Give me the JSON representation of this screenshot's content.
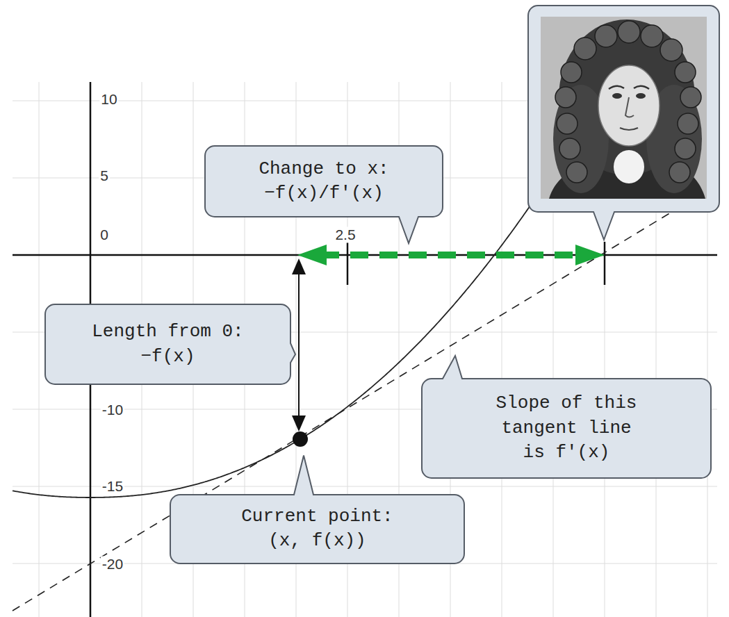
{
  "diagram": {
    "nodes": [
      {
        "text": [
          "Change to x: −f(x)/f'(x)"
        ]
      },
      {
        "text": [
          "Length from 0: −f(x)"
        ]
      },
      {
        "text": [
          "Slope of this tangent line is f'(x)"
        ]
      },
      {
        "text": [
          "Current point: (x, f(x))"
        ]
      }
    ],
    "labels": [
      "10",
      "5",
      "0",
      "2.5",
      "-10",
      "-15",
      "-20"
    ]
  }
}
